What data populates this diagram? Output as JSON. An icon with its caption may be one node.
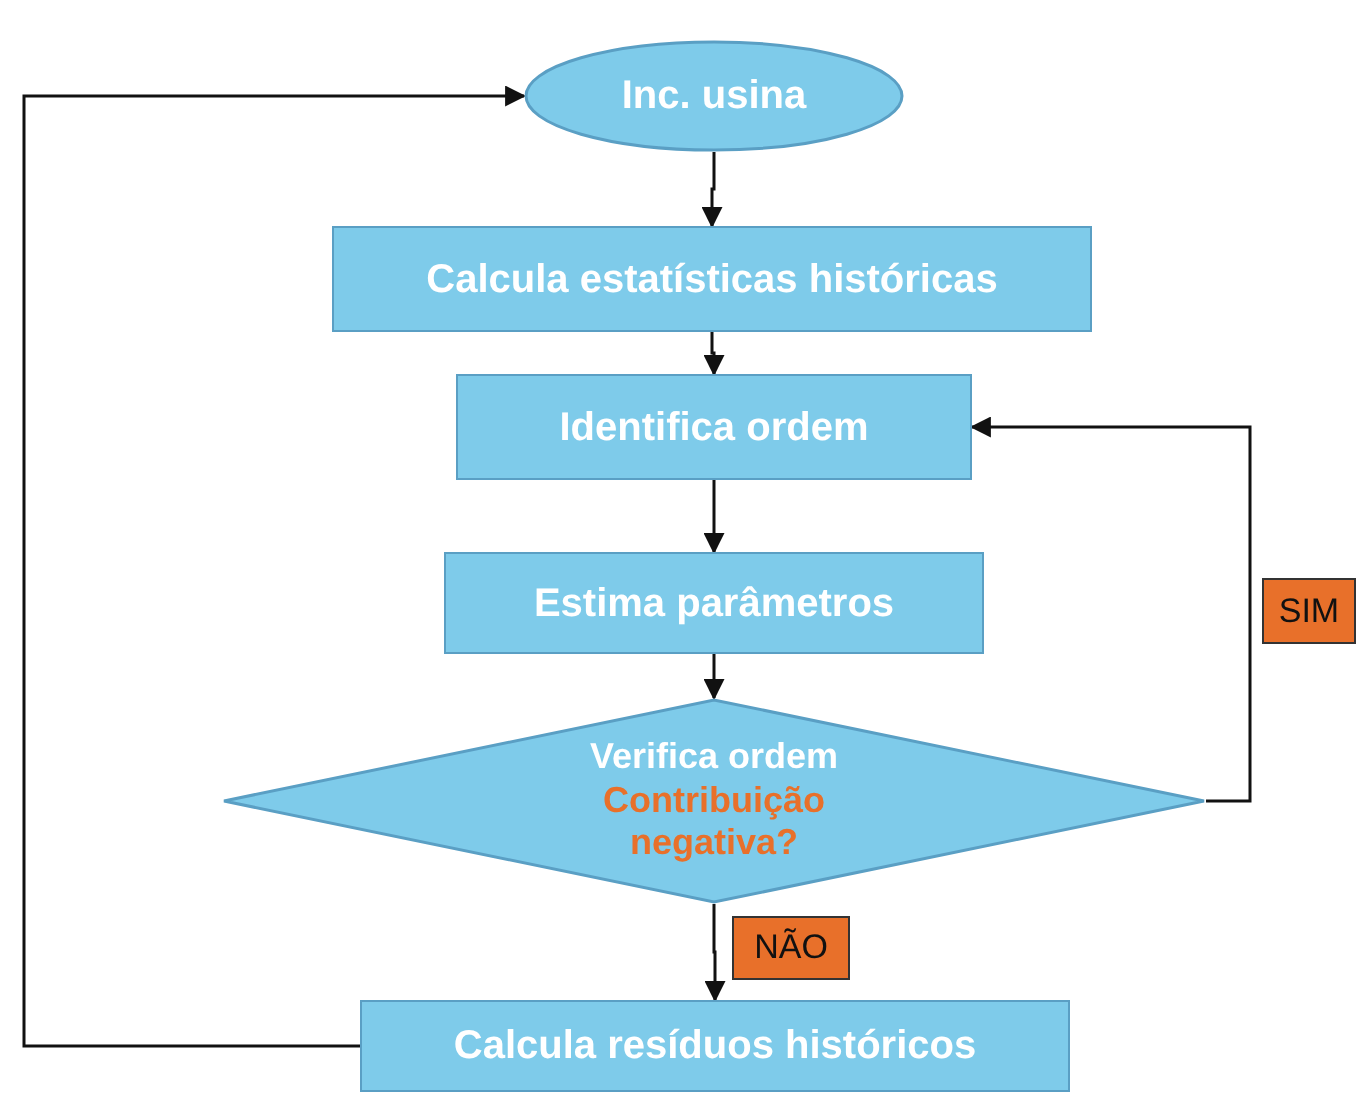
{
  "diagram": {
    "nodes": [
      {
        "text": [
          "Inc. usina"
        ]
      },
      {
        "text": [
          "Calcula estatísticas históricas"
        ]
      },
      {
        "text": [
          "Identifica ordem"
        ]
      },
      {
        "text": [
          "Estima parâmetros"
        ]
      },
      {
        "text": [
          "Verifica ordem",
          "Contribuição negativa?"
        ]
      },
      {
        "text": [
          "Calcula resíduos históricos"
        ]
      }
    ],
    "edges": [
      {
        "from": 0,
        "to": 1,
        "arrow": "to"
      },
      {
        "from": 1,
        "to": 2,
        "arrow": "to"
      },
      {
        "from": 2,
        "to": 3,
        "arrow": "to"
      },
      {
        "from": 3,
        "to": 4,
        "arrow": "to"
      },
      {
        "from": 4,
        "to": 5,
        "arrow": "to",
        "label": "NÃO"
      },
      {
        "from": 4,
        "to": 2,
        "arrow": "to",
        "label": "SIM"
      },
      {
        "from": 5,
        "to": 0,
        "arrow": "to"
      }
    ]
  }
}
